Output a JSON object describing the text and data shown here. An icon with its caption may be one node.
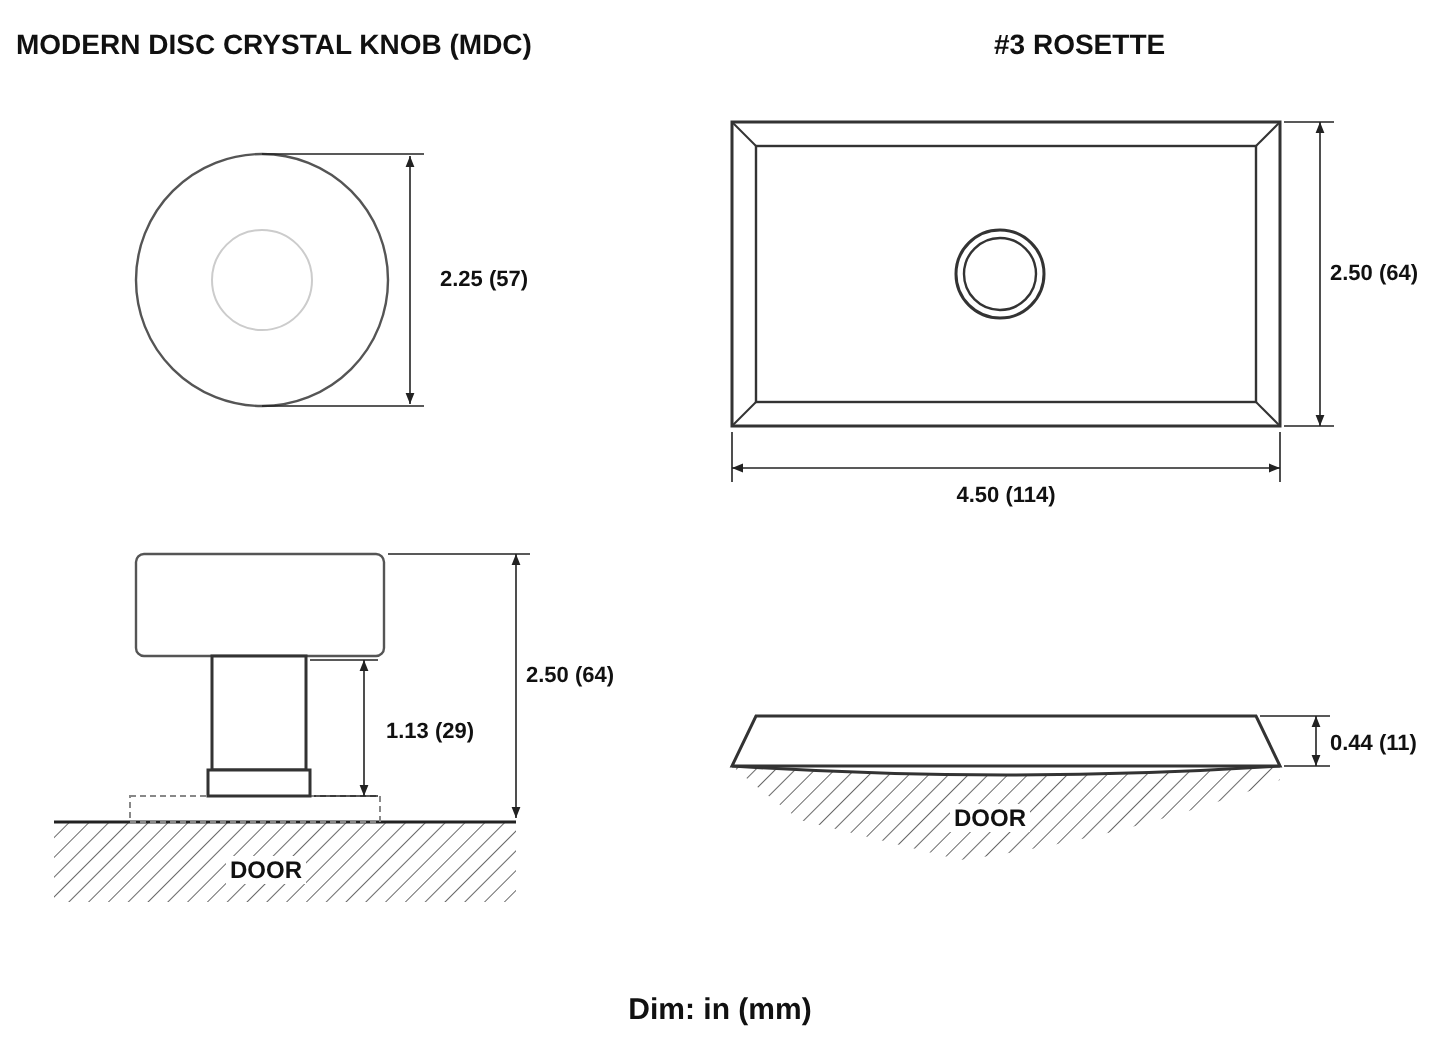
{
  "diagram": {
    "labels": [
      "MODERN DISC CRYSTAL KNOB (MDC)",
      "#3 ROSETTE",
      "2.25 (57)",
      "2.50 (64)",
      "4.50 (114)",
      "2.50 (64)",
      "1.13 (29)",
      "0.44 (11)",
      "DOOR",
      "DOOR"
    ],
    "caption": "Dim: in (mm)"
  }
}
